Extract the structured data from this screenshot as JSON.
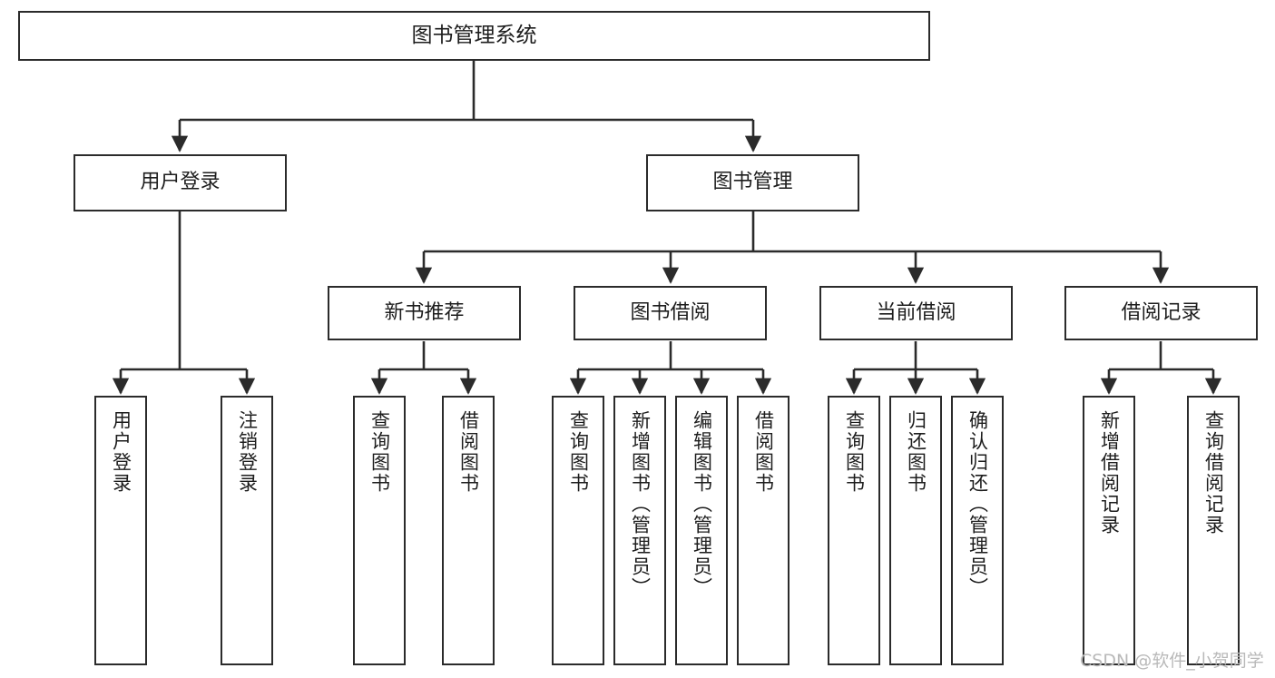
{
  "diagram": {
    "title": "图书管理系统",
    "type": "tree-hierarchy-chart",
    "colors": {
      "box_border": "#2b2b2b",
      "box_fill": "#ffffff",
      "connector": "#2b2b2b",
      "text": "#1d1d1d",
      "watermark": "#b9b9b9",
      "background": "#ffffff"
    },
    "root": {
      "label": "图书管理系统"
    },
    "level2": [
      {
        "id": "user-login",
        "label": "用户登录"
      },
      {
        "id": "book-manage",
        "label": "图书管理"
      }
    ],
    "level3": [
      {
        "id": "new-book-recommend",
        "label": "新书推荐"
      },
      {
        "id": "book-borrow",
        "label": "图书借阅"
      },
      {
        "id": "current-borrow",
        "label": "当前借阅"
      },
      {
        "id": "borrow-record",
        "label": "借阅记录"
      }
    ],
    "leaves": {
      "user-login": [
        {
          "id": "leaf-user-login",
          "label": "用户登录"
        },
        {
          "id": "leaf-logout-login",
          "label": "注销登录"
        }
      ],
      "new-book-recommend": [
        {
          "id": "leaf-query-book-1",
          "label": "查询图书"
        },
        {
          "id": "leaf-borrow-book-1",
          "label": "借阅图书"
        }
      ],
      "book-borrow": [
        {
          "id": "leaf-query-book-2",
          "label": "查询图书"
        },
        {
          "id": "leaf-add-book",
          "label": "新增图书（管理员）"
        },
        {
          "id": "leaf-edit-book",
          "label": "编辑图书（管理员）"
        },
        {
          "id": "leaf-borrow-book-2",
          "label": "借阅图书"
        }
      ],
      "current-borrow": [
        {
          "id": "leaf-query-book-3",
          "label": "查询图书"
        },
        {
          "id": "leaf-return-book",
          "label": "归还图书"
        },
        {
          "id": "leaf-confirm-return",
          "label": "确认归还（管理员）"
        }
      ],
      "borrow-record": [
        {
          "id": "leaf-add-record",
          "label": "新增借阅记录"
        },
        {
          "id": "leaf-query-record",
          "label": "查询借阅记录"
        }
      ]
    },
    "watermark": "CSDN @软件_小贺同学"
  }
}
